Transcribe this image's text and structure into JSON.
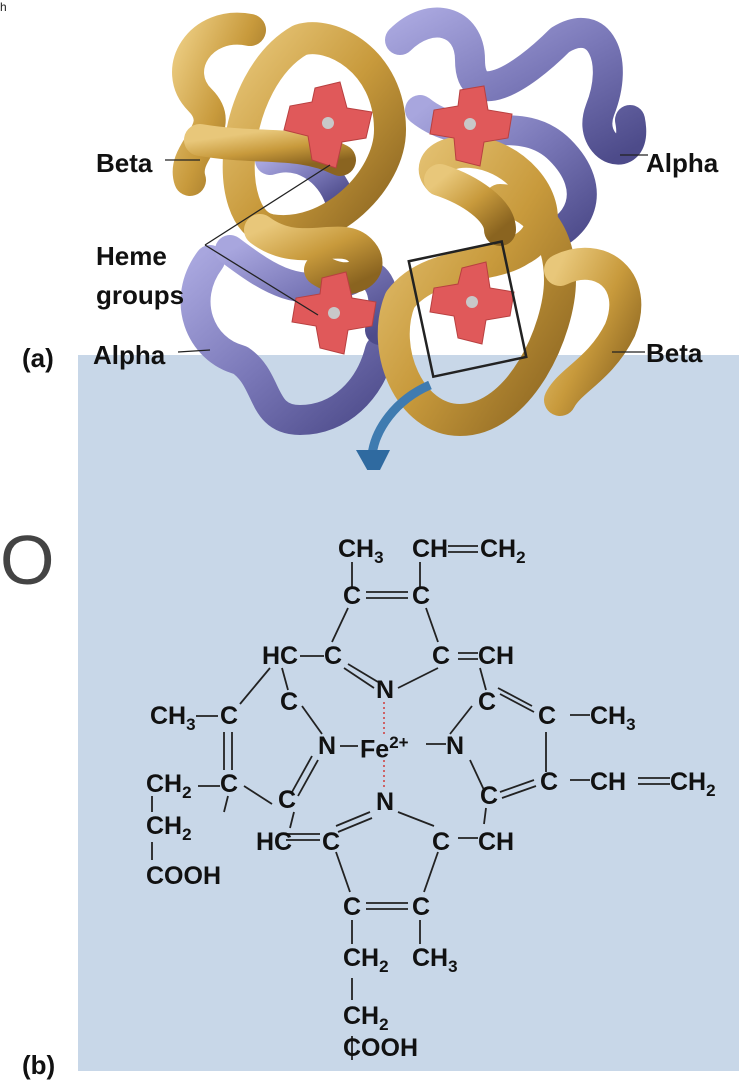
{
  "top_fragment": "h",
  "left_glyph": "O",
  "panel_a": {
    "letter": "(a)",
    "labels": {
      "beta_top": "Beta",
      "alpha_top": "Alpha",
      "heme_line1": "Heme",
      "heme_line2": "groups",
      "alpha_bottom": "Alpha",
      "beta_bottom": "Beta"
    },
    "colors": {
      "beta_chain": "#c89a3c",
      "alpha_chain": "#7a78b8",
      "heme": "#e0595a"
    }
  },
  "panel_b": {
    "letter": "(b)",
    "background": "#c8d7e8",
    "atoms": {
      "ch3_top": "CH",
      "ch3_top_sub": "3",
      "ch_top": "CH",
      "ch2_top": "CH",
      "ch2_top_sub": "2",
      "c_top_left": "C",
      "c_top_right": "C",
      "hc_left": "HC",
      "c_a1": "C",
      "c_a2": "C",
      "ch_right": "CH",
      "n_top": "N",
      "ch3_left": "CH",
      "ch3_left_sub": "3",
      "c_l1": "C",
      "c_l2": "C",
      "c_r1": "C",
      "c_r2": "C",
      "ch3_right": "CH",
      "ch3_right_sub": "3",
      "n_left": "N",
      "fe": "Fe",
      "fe_charge": "2+",
      "n_right": "N",
      "ch2_left": "CH",
      "ch2_left_sub": "2",
      "c_l3": "C",
      "c_l4": "C",
      "c_r3": "C",
      "c_r4": "C",
      "ch_vinyl": "CH",
      "ch2_vinyl": "CH",
      "ch2_vinyl_sub": "2",
      "n_bottom": "N",
      "ch2_left2": "CH",
      "ch2_left2_sub": "2",
      "hc_bl": "HC",
      "c_b1": "C",
      "c_b2": "C",
      "ch_br": "CH",
      "cooh_left": "COOH",
      "c_bot_left": "C",
      "c_bot_right": "C",
      "ch2_b1": "CH",
      "ch2_b1_sub": "2",
      "ch3_b": "CH",
      "ch3_b_sub": "3",
      "ch2_b2": "CH",
      "ch2_b2_sub": "2",
      "cooh_bottom": "COOH"
    }
  }
}
